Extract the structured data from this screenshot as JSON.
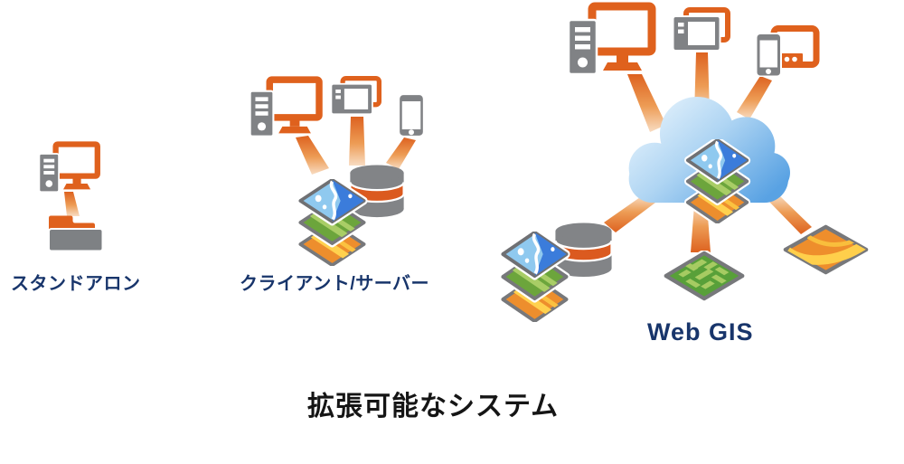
{
  "diagram": {
    "title": "拡張可能なシステム",
    "sections": [
      {
        "name": "standalone",
        "label": "スタンドアロン",
        "devices": [
          "desktop-computer"
        ],
        "storage": [
          "folder"
        ]
      },
      {
        "name": "client-server",
        "label": "クライアント/サーバー",
        "devices": [
          "desktop-computer",
          "tablet",
          "smartphone"
        ],
        "storage": [
          "database-cylinder",
          "map-layers-stack"
        ]
      },
      {
        "name": "web-gis",
        "label": "Web GIS",
        "devices": [
          "desktop-computer",
          "tablet",
          "smartphone-with-laptop"
        ],
        "hub": "cloud",
        "storage": [
          "database-cylinder",
          "map-layers-stack",
          "map-tile-green",
          "map-tile-orange"
        ]
      }
    ],
    "colors": {
      "orange": "#DF611D",
      "gray": "#808285",
      "label_navy": "#18356B",
      "title_black": "#151515",
      "cloud_blue": "#5CA4E4",
      "map_blue": "#8FC9EF",
      "map_green": "#6CA53C",
      "map_orange": "#ED8E2D"
    }
  }
}
